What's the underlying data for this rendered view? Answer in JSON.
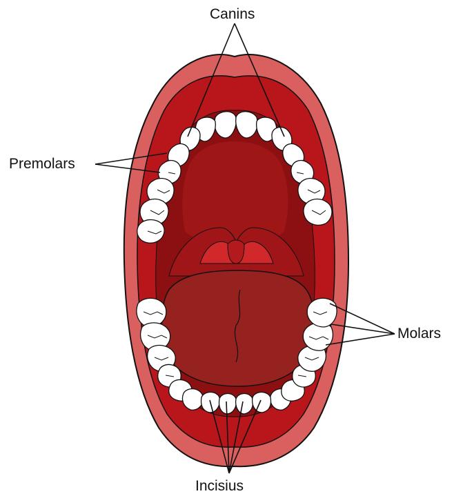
{
  "labels": {
    "canins": "Canins",
    "premolars": "Premolars",
    "molars": "Molars",
    "incisius": "Incisius"
  },
  "colors": {
    "outer_lip": "#d9605f",
    "inner_lip": "#b9161b",
    "mouth_cavity": "#8c0f12",
    "palate": "#9e1616",
    "tongue": "#962220",
    "uvula_throat": "#d0282b",
    "tooth": "#ffffff",
    "outline": "#111111"
  }
}
